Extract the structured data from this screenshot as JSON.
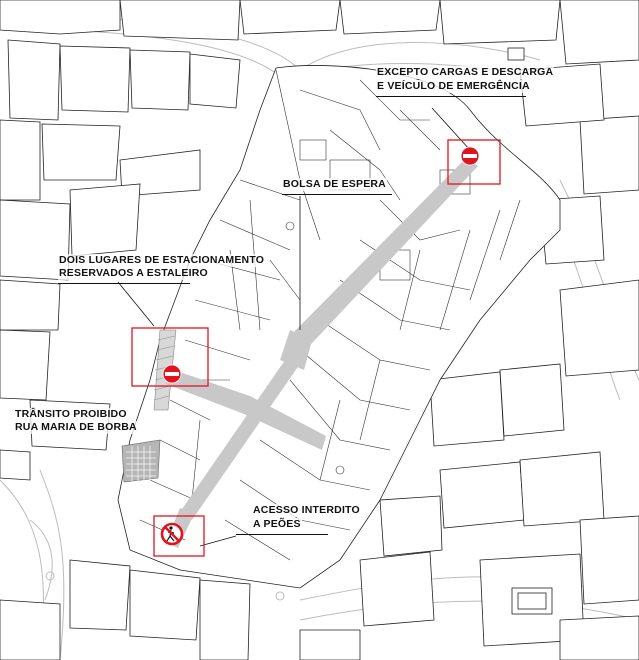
{
  "labels": {
    "excepto_line1": "EXCEPTO CARGAS E DESCARGA",
    "excepto_line2": "E VEÍCULO DE EMERGÊNCIA",
    "bolsa": "BOLSA DE ESPERA",
    "dois_line1": "DOIS LUGARES DE ESTACIONAMENTO",
    "dois_line2": "RESERVADOS A ESTALEIRO",
    "transito_line1": "TRÂNSITO PROIBIDO",
    "transito_line2": "RUA MARIA DE BORBA",
    "acesso_line1": "ACESSO INTERDITO",
    "acesso_line2": "A PEÕES"
  },
  "colors": {
    "street_fill": "#c8c8c8",
    "highlight_box": "#e0141e",
    "sign_red": "#e0141e",
    "pavement_hatch": "#9a9a9a"
  },
  "icons": {
    "no_entry_top": "no-entry-icon",
    "no_entry_left": "no-entry-icon",
    "no_pedestrians": "no-pedestrians-icon"
  }
}
